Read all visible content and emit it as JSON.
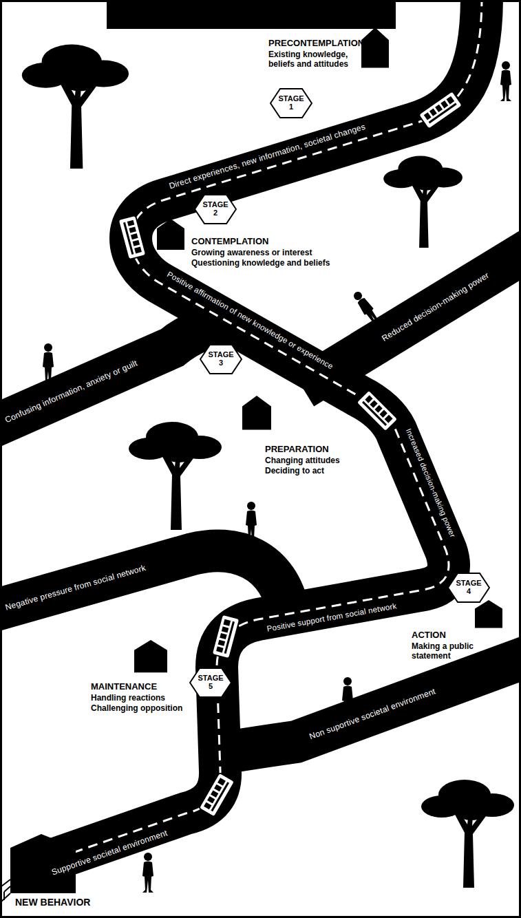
{
  "diagram": {
    "nodes": [
      {
        "text": [
          "STAGE 1"
        ]
      },
      {
        "text": [
          "STAGE 2"
        ]
      },
      {
        "text": [
          "STAGE 3"
        ]
      },
      {
        "text": [
          "STAGE 4"
        ]
      },
      {
        "text": [
          "STAGE 5"
        ]
      }
    ],
    "labels": [
      "PRECONTEMPLATION",
      "Existing knowledge, beliefs and attitudes",
      "Direct experiences, new information, societal changes",
      "CONTEMPLATION",
      "Growing awareness or interest",
      "Questioning knowledge and beliefs",
      "Reduced decision-making power",
      "Positive affirmation of new knowledge or experience",
      "Confusing information, anxiety or guilt",
      "PREPARATION",
      "Changing attitudes",
      "Deciding to act",
      "Increased decision-making power",
      "Negative pressure from social network",
      "Positive support from social network",
      "ACTION",
      "Making a public statement",
      "MAINTENANCE",
      "Handling reactions",
      "Challenging opposition",
      "Non suportive societal environment",
      "Supportive societal environment",
      "NEW BEHAVIOR"
    ]
  }
}
